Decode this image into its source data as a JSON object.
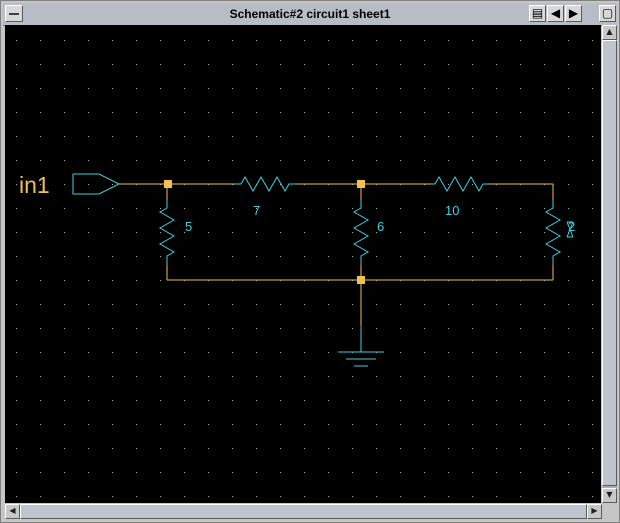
{
  "window": {
    "title": "Schematic#2 circuit1 sheet1",
    "buttons": [
      "page-icon",
      "arrow-left-icon",
      "arrow-right-icon",
      "maximize-icon"
    ]
  },
  "schematic": {
    "input_port": "in1",
    "resistors": [
      "5",
      "7",
      "6",
      "10",
      "2"
    ],
    "colors": {
      "background": "#000000",
      "wire": "#f0c050",
      "component": "#40d0e0",
      "grid": "#b0b0b0",
      "node": "#f0c050"
    }
  }
}
